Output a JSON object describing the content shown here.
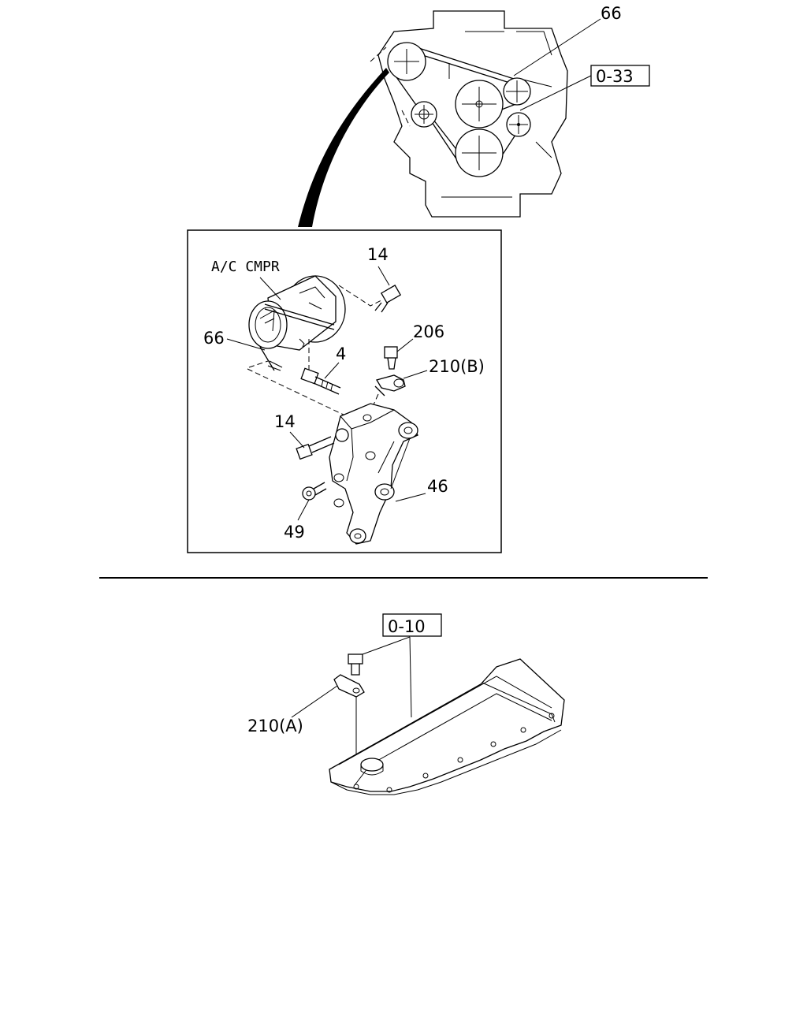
{
  "engine_view": {
    "callout_belt": "66",
    "ref_box": "0-33"
  },
  "detail_view": {
    "ac_compressor_label": "A/C CMPR",
    "bolt_top": "14",
    "belt": "66",
    "cap": "206",
    "bolt_long": "4",
    "clip_b": "210(B)",
    "bolt_side": "14",
    "bracket": "46",
    "nut": "49"
  },
  "cover_view": {
    "ref_box": "0-10",
    "clip_a": "210(A)"
  }
}
